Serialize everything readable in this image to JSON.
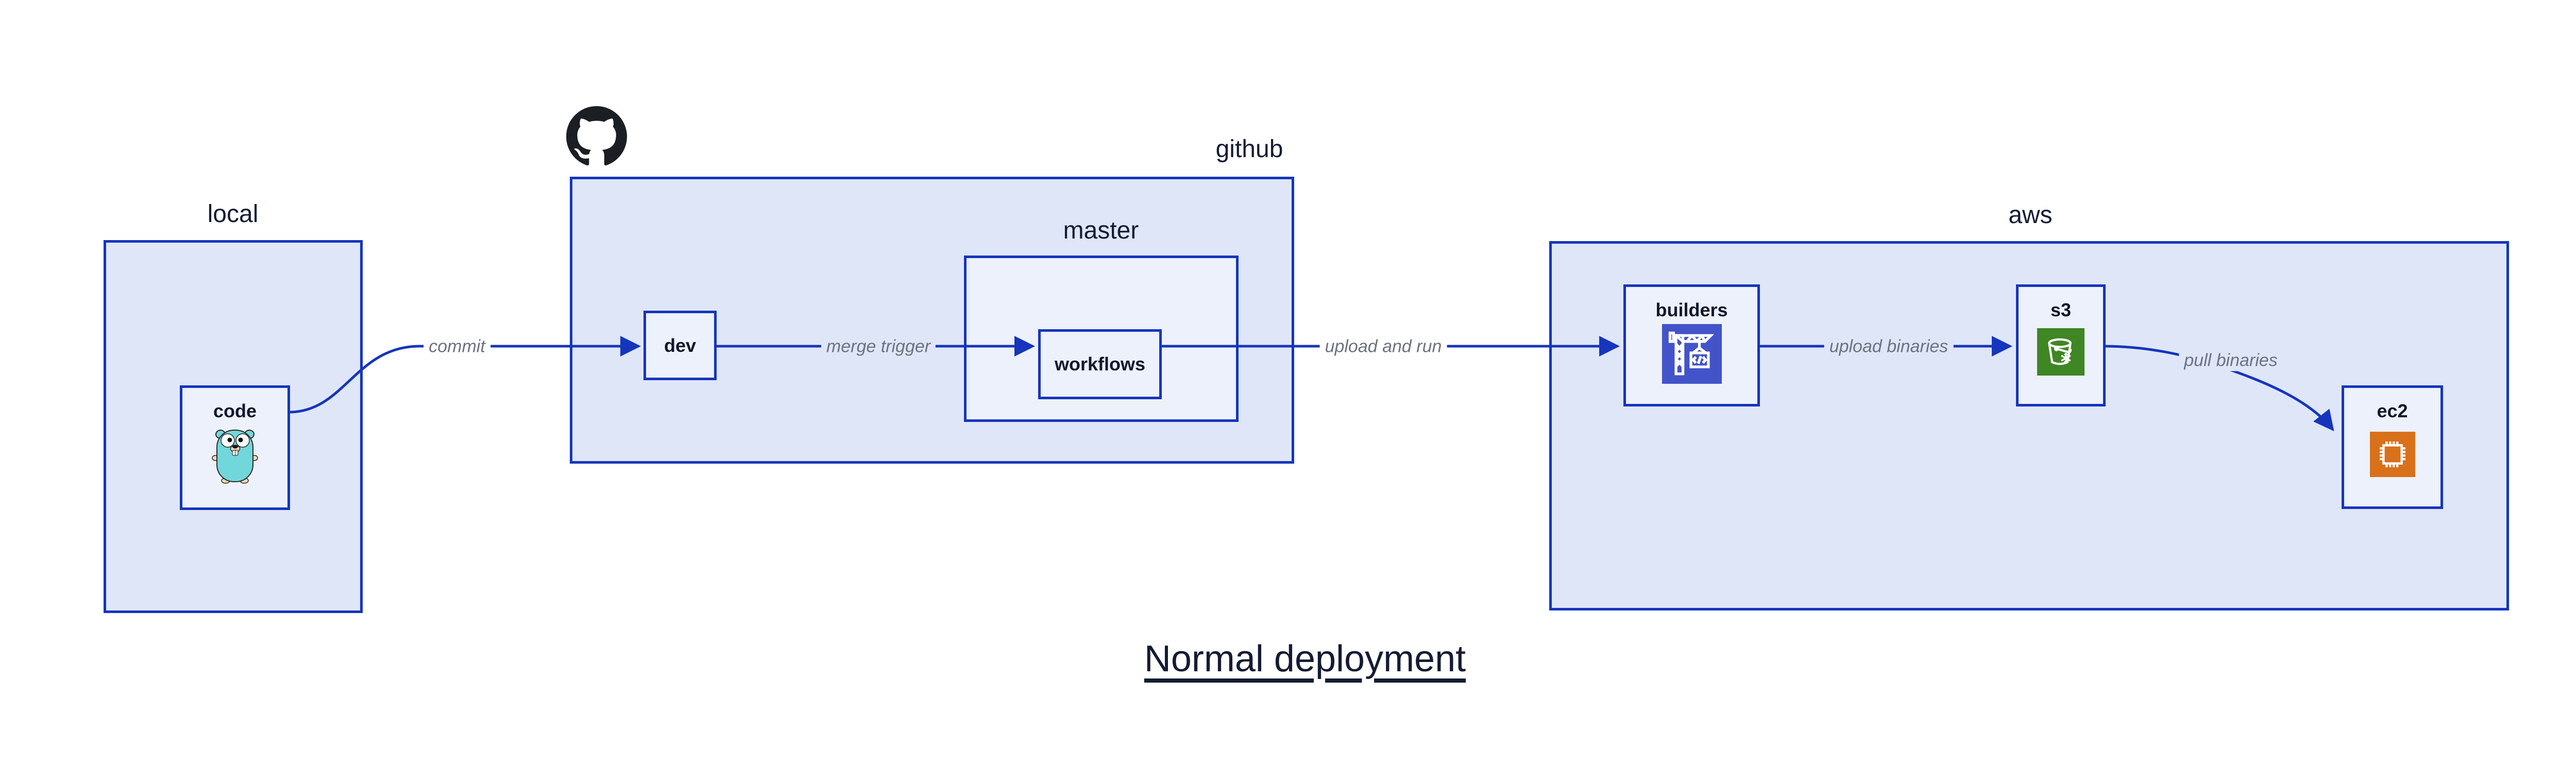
{
  "title": "Normal deployment",
  "containers": {
    "local": {
      "label": "local"
    },
    "github": {
      "label": "github"
    },
    "master": {
      "label": "master"
    },
    "aws": {
      "label": "aws"
    }
  },
  "nodes": {
    "code": {
      "label": "code",
      "icon": "go-gopher-icon"
    },
    "dev": {
      "label": "dev"
    },
    "workflows": {
      "label": "workflows"
    },
    "builders": {
      "label": "builders",
      "icon": "codebuild-crane-icon"
    },
    "s3": {
      "label": "s3",
      "icon": "s3-glacier-bucket-icon"
    },
    "ec2": {
      "label": "ec2",
      "icon": "ec2-chip-icon"
    }
  },
  "edges": {
    "commit": {
      "label": "commit",
      "from": "code",
      "to": "dev"
    },
    "merge_trigger": {
      "label": "merge trigger",
      "from": "dev",
      "to": "workflows"
    },
    "upload_and_run": {
      "label": "upload and run",
      "from": "workflows",
      "to": "builders"
    },
    "upload_binaries": {
      "label": "upload binaries",
      "from": "builders",
      "to": "s3"
    },
    "pull_binaries": {
      "label": "pull binaries",
      "from": "s3",
      "to": "ec2"
    }
  },
  "icons": {
    "github_mark": "github-octocat-icon",
    "code": "go-gopher-icon",
    "builders": "codebuild-crane-icon",
    "s3": "s3-glacier-bucket-icon",
    "ec2": "ec2-chip-icon"
  },
  "colors": {
    "background": "#ffffff",
    "container_fill": "#dfe6f8",
    "inner_fill": "#edf1fb",
    "border_blue": "#1535bd",
    "arrow_blue": "#1535bd",
    "text_dark": "#141b33",
    "edge_label_gray": "#6d7280",
    "octocat_black": "#1b1f23",
    "gopher_teal": "#72d7da",
    "codebuild_indigo": "#4353c9",
    "glacier_green": "#3f8624",
    "ec2_orange": "#d9701a"
  }
}
